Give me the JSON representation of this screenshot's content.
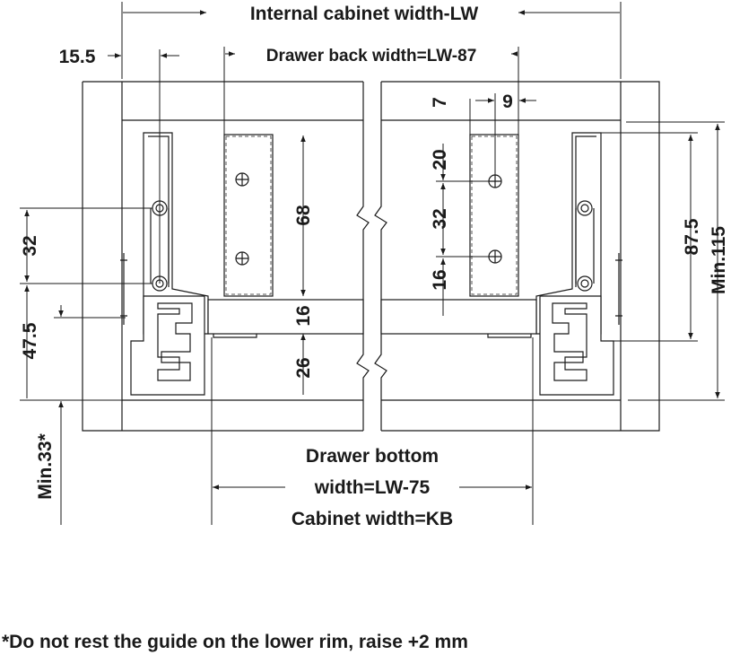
{
  "labels": {
    "internal_width": "Internal cabinet width-LW",
    "offset_15_5": "15.5",
    "drawer_back": "Drawer back width=LW-87",
    "dim_7": "7",
    "dim_9": "9",
    "dim_20": "20",
    "dim_32_right": "32",
    "dim_16_right": "16",
    "dim_68": "68",
    "dim_16_center": "16",
    "dim_26": "26",
    "dim_32_left": "32",
    "dim_47_5": "47.5",
    "min_33": "Min.33*",
    "dim_87_5": "87.5",
    "min_115": "Min.115",
    "drawer_bottom_line1": "Drawer bottom",
    "drawer_bottom_line2": "width=LW-75",
    "cabinet_width": "Cabinet width=KB"
  },
  "footnote": "*Do not rest the guide on the lower rim, raise +2 mm"
}
